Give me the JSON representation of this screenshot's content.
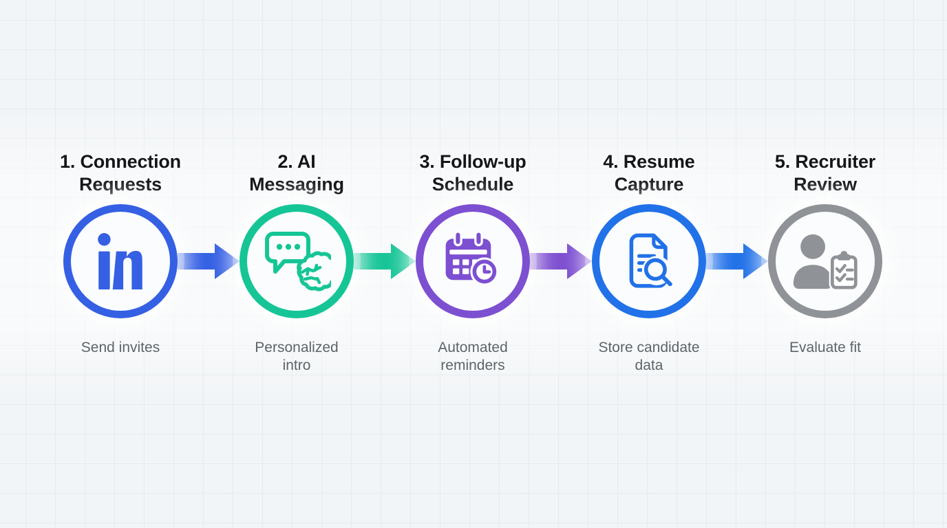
{
  "diagram": {
    "type": "process-flow",
    "direction": "left-to-right",
    "step_count": 5,
    "background_color": "#f2f5f7",
    "grid_line_color": "#e6eaee",
    "title_color": "#14171a",
    "caption_color": "#5c6369",
    "node_fill_color": "#fafcfd"
  },
  "steps": [
    {
      "number": "1",
      "title": "1. Connection Requests",
      "title_lines": [
        "1. Connection",
        "Requests"
      ],
      "caption": "Send invites",
      "caption_lines": [
        "Send invites",
        ""
      ],
      "icon": "linkedin-icon",
      "color": "#3560e4",
      "style_var": "--c:#3560e4"
    },
    {
      "number": "2",
      "title": "2. AI Messaging",
      "title_lines": [
        "2. AI",
        "Messaging"
      ],
      "caption": "Personalized intro",
      "caption_lines": [
        "Personalized",
        "intro"
      ],
      "icon": "chat-brain-icon",
      "color": "#16c596",
      "style_var": "--c:#16c596"
    },
    {
      "number": "3",
      "title": "3. Follow-up Schedule",
      "title_lines": [
        "3. Follow-up",
        "Schedule"
      ],
      "caption": "Automated reminders",
      "caption_lines": [
        "Automated",
        "reminders"
      ],
      "icon": "calendar-clock-icon",
      "color": "#7d4fd1",
      "style_var": "--c:#7d4fd1"
    },
    {
      "number": "4",
      "title": "4. Resume Capture",
      "title_lines": [
        "4. Resume",
        "Capture"
      ],
      "caption": "Store candidate data",
      "caption_lines": [
        "Store candidate",
        "data"
      ],
      "icon": "document-search-icon",
      "color": "#2171e8",
      "style_var": "--c:#2171e8"
    },
    {
      "number": "5",
      "title": "5. Recruiter Review",
      "title_lines": [
        "5. Recruiter",
        "Review"
      ],
      "caption": "Evaluate fit",
      "caption_lines": [
        "Evaluate fit",
        ""
      ],
      "icon": "person-clipboard-icon",
      "color": "#8f9296",
      "style_var": "--c:#8f9296"
    }
  ],
  "arrows": [
    {
      "from_step": "1",
      "to_step": "2",
      "color": "#3560e4"
    },
    {
      "from_step": "2",
      "to_step": "3",
      "color": "#16c596"
    },
    {
      "from_step": "3",
      "to_step": "4",
      "color": "#7d4fd1"
    },
    {
      "from_step": "4",
      "to_step": "5",
      "color": "#2171e8"
    }
  ]
}
